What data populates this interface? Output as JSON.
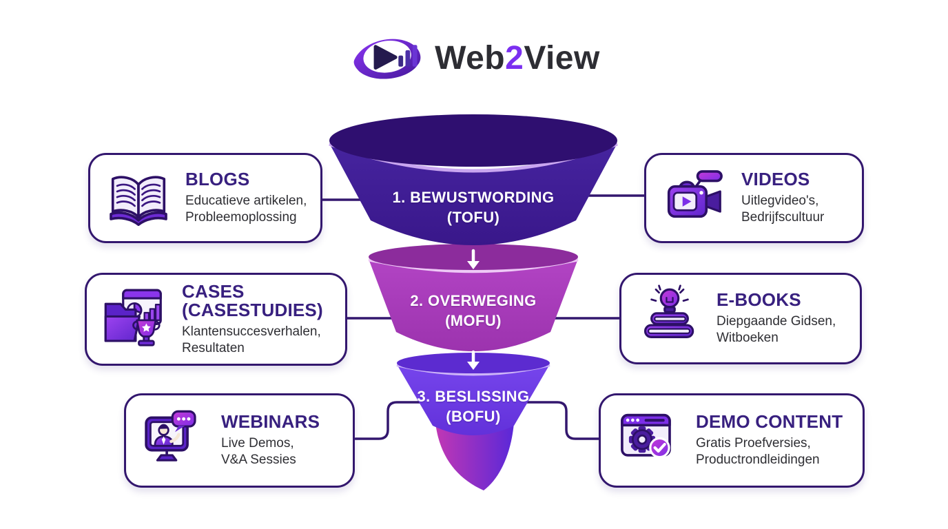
{
  "logo": {
    "part1": "Web",
    "part2": "2",
    "part3": "View",
    "icon": "web2view-eye-play-chart-icon"
  },
  "funnel": {
    "stages": [
      {
        "name": "tofu",
        "label": "1. BEWUSTWORDING\n(TOFU)",
        "color": "#41219b"
      },
      {
        "name": "mofu",
        "label": "2. OVERWEGING\n(MOFU)",
        "color": "#ab3dbd"
      },
      {
        "name": "bofu",
        "label": "3. BESLISSING\n(BOFU)",
        "color": "#6d3ce6"
      }
    ],
    "arrow_icon": "down-arrow-icon"
  },
  "cards": [
    {
      "id": "blogs",
      "title": "BLOGS",
      "subtitle": "Educatieve artikelen,\nProbleemoplossing",
      "icon": "open-book-icon"
    },
    {
      "id": "videos",
      "title": "VIDEOS",
      "subtitle": "Uitlegvideo's,\nBedrijfscultuur",
      "icon": "video-camera-icon"
    },
    {
      "id": "cases",
      "title": "CASES\n(CASESTUDIES)",
      "subtitle": "Klantensuccesverhalen,\nResultaten",
      "icon": "folder-casestudy-trophy-icon"
    },
    {
      "id": "ebooks",
      "title": "E-BOOKS",
      "subtitle": "Diepgaande Gidsen,\nWitboeken",
      "icon": "books-lightbulb-icon"
    },
    {
      "id": "webinars",
      "title": "WEBINARS",
      "subtitle": "Live Demos,\nV&A Sessies",
      "icon": "webinar-monitor-icon"
    },
    {
      "id": "demo",
      "title": "DEMO CONTENT",
      "subtitle": "Gratis Proefversies,\nProductrondleidingen",
      "icon": "browser-gear-check-icon"
    }
  ],
  "colors": {
    "outline_dark": "#33176e",
    "card_title": "#38207f",
    "card_subtitle": "#2e2e33",
    "stage1_body": "#41219b",
    "stage2_body": "#ab3dbd",
    "stage3_body": "#6d3ce6",
    "logo_accent": "#7b2ff0",
    "white": "#ffffff"
  }
}
